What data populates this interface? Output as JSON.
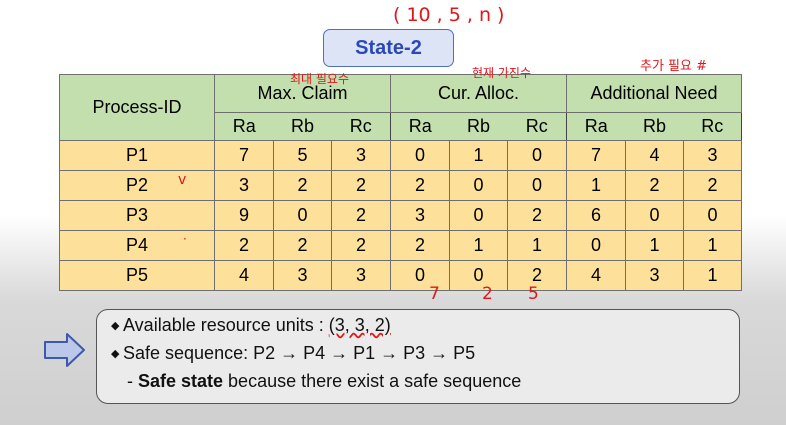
{
  "title": "State-2",
  "table": {
    "process_header": "Process-ID",
    "groups": [
      "Max. Claim",
      "Cur. Alloc.",
      "Additional Need"
    ],
    "subheaders": [
      "Ra",
      "Rb",
      "Rc"
    ],
    "rows": [
      {
        "pid": "P1",
        "max": [
          "7",
          "5",
          "3"
        ],
        "alloc": [
          "0",
          "1",
          "0"
        ],
        "need": [
          "7",
          "4",
          "3"
        ]
      },
      {
        "pid": "P2",
        "max": [
          "3",
          "2",
          "2"
        ],
        "alloc": [
          "2",
          "0",
          "0"
        ],
        "need": [
          "1",
          "2",
          "2"
        ]
      },
      {
        "pid": "P3",
        "max": [
          "9",
          "0",
          "2"
        ],
        "alloc": [
          "3",
          "0",
          "2"
        ],
        "need": [
          "6",
          "0",
          "0"
        ]
      },
      {
        "pid": "P4",
        "max": [
          "2",
          "2",
          "2"
        ],
        "alloc": [
          "2",
          "1",
          "1"
        ],
        "need": [
          "0",
          "1",
          "1"
        ]
      },
      {
        "pid": "P5",
        "max": [
          "4",
          "3",
          "3"
        ],
        "alloc": [
          "0",
          "0",
          "2"
        ],
        "need": [
          "4",
          "3",
          "1"
        ]
      }
    ]
  },
  "notes": {
    "available_label": "Available resource units : ",
    "available_value": "(3, 3, 2)",
    "sequence": "Safe sequence: P2 → P4 → P1  → P3 → P5",
    "safe_prefix": "- ",
    "safe_bold": "Safe state",
    "safe_rest": " because there exist a safe sequence"
  },
  "handwriting": {
    "top_tuple": "( 10 , 5 , n )",
    "max_note": "최대 필요수",
    "alloc_note": "현재 가진수",
    "need_note": "추가 필요 #",
    "col_sums": [
      "7",
      "2",
      "5"
    ],
    "p2_mark": "v"
  },
  "colors": {
    "header_green": "#c3dfae",
    "row_yellow": "#fde19b",
    "state_blue": "#2b48b8",
    "annotation_red": "#e0161b"
  }
}
